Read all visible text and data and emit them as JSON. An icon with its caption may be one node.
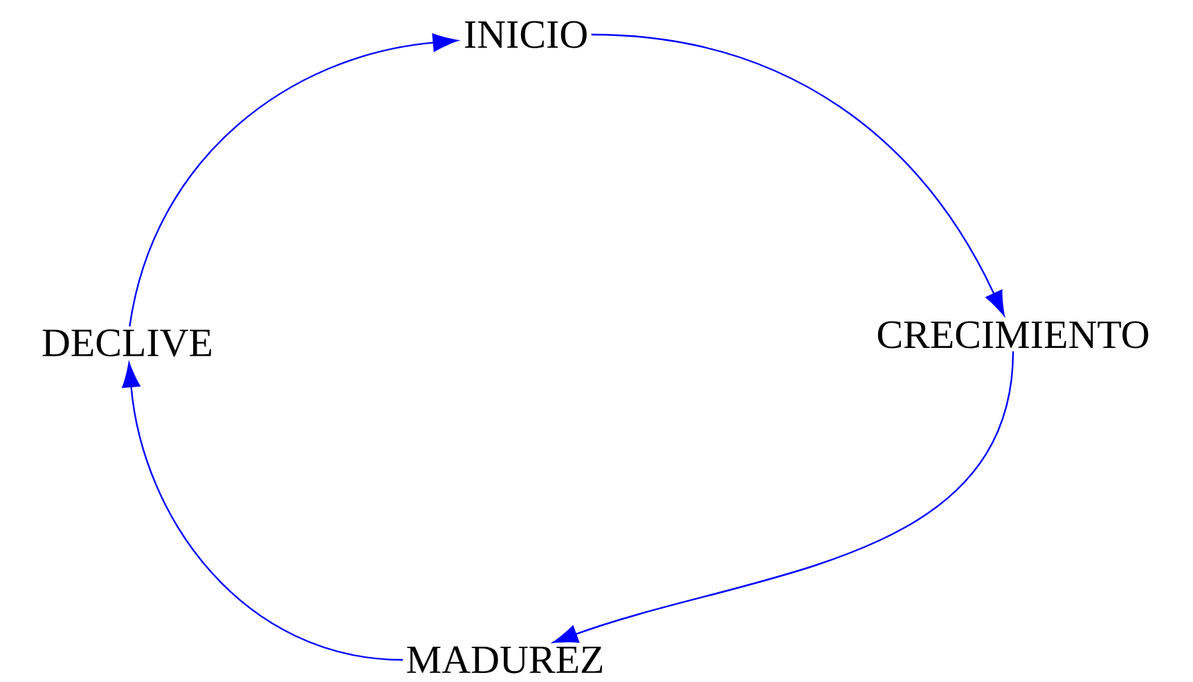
{
  "diagram": {
    "nodes": [
      {
        "text": [
          "INICIO"
        ]
      },
      {
        "text": [
          "CRECIMIENTO"
        ]
      },
      {
        "text": [
          "MADUREZ"
        ]
      },
      {
        "text": [
          "DECLIVE"
        ]
      }
    ],
    "edges": [
      {
        "from": 0,
        "to": 1,
        "arrow": "to"
      },
      {
        "from": 1,
        "to": 2,
        "arrow": "to"
      },
      {
        "from": 2,
        "to": 3,
        "arrow": "to"
      },
      {
        "from": 3,
        "to": 0,
        "arrow": "to"
      }
    ]
  }
}
